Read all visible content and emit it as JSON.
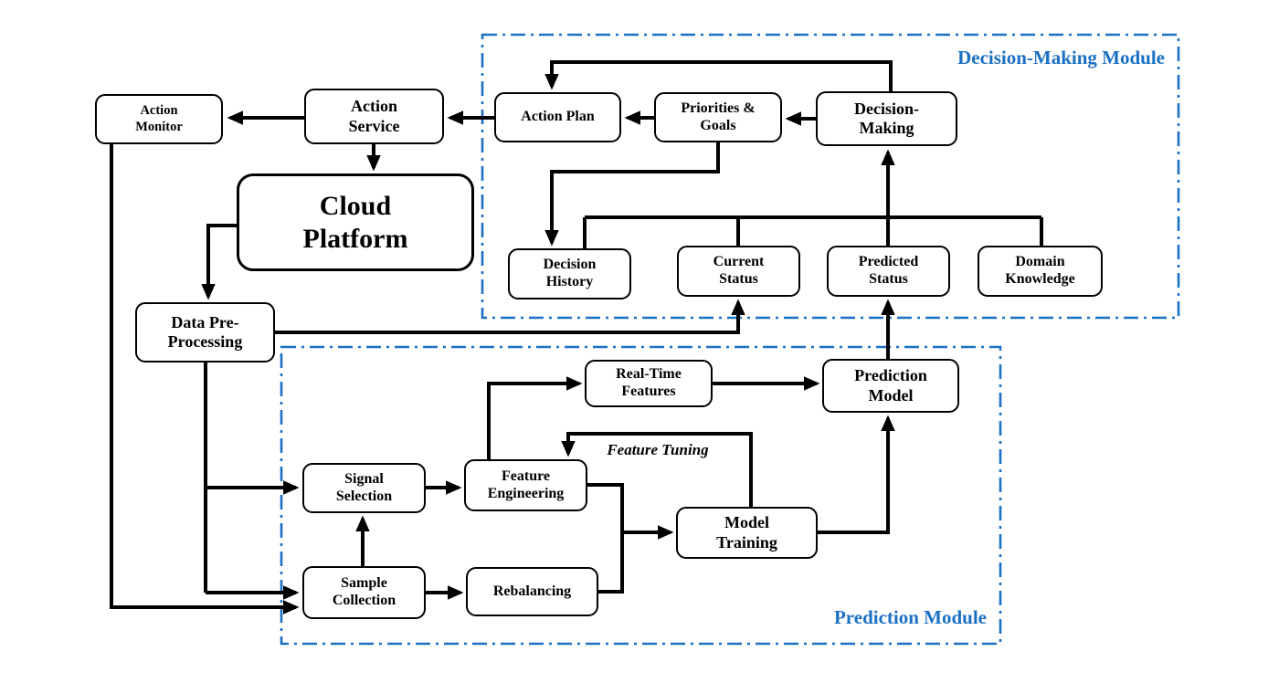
{
  "diagram": {
    "modules": {
      "decision_making": {
        "label": "Decision-Making Module"
      },
      "prediction": {
        "label": "Prediction Module"
      }
    },
    "nodes": {
      "action_monitor": "Action\nMonitor",
      "action_service": "Action\nService",
      "action_plan": "Action Plan",
      "priorities_goals": "Priorities &\nGoals",
      "decision_making": "Decision-\nMaking",
      "cloud_platform": "Cloud\nPlatform",
      "decision_history": "Decision\nHistory",
      "current_status": "Current\nStatus",
      "predicted_status": "Predicted\nStatus",
      "domain_knowledge": "Domain\nKnowledge",
      "data_preprocessing": "Data Pre-\nProcessing",
      "real_time_features": "Real-Time\nFeatures",
      "prediction_model": "Prediction\nModel",
      "signal_selection": "Signal\nSelection",
      "feature_engineering": "Feature\nEngineering",
      "model_training": "Model\nTraining",
      "sample_collection": "Sample\nCollection",
      "rebalancing": "Rebalancing"
    },
    "annotations": {
      "feature_tuning": "Feature Tuning"
    },
    "edges": [
      {
        "from": "action_service",
        "to": "action_monitor"
      },
      {
        "from": "action_plan",
        "to": "action_service"
      },
      {
        "from": "priorities_goals",
        "to": "action_plan"
      },
      {
        "from": "decision_making",
        "to": "priorities_goals"
      },
      {
        "from": "decision_making",
        "to": "action_plan"
      },
      {
        "from": "action_service",
        "to": "cloud_platform"
      },
      {
        "from": "cloud_platform",
        "to": "data_preprocessing"
      },
      {
        "from": "priorities_goals",
        "to": "decision_history"
      },
      {
        "from": "decision_history",
        "to": "decision_making"
      },
      {
        "from": "current_status",
        "to": "decision_making"
      },
      {
        "from": "predicted_status",
        "to": "decision_making"
      },
      {
        "from": "domain_knowledge",
        "to": "decision_making"
      },
      {
        "from": "data_preprocessing",
        "to": "current_status"
      },
      {
        "from": "prediction_model",
        "to": "predicted_status"
      },
      {
        "from": "data_preprocessing",
        "to": "signal_selection"
      },
      {
        "from": "data_preprocessing",
        "to": "sample_collection"
      },
      {
        "from": "action_monitor",
        "to": "sample_collection"
      },
      {
        "from": "sample_collection",
        "to": "signal_selection"
      },
      {
        "from": "sample_collection",
        "to": "rebalancing"
      },
      {
        "from": "signal_selection",
        "to": "feature_engineering"
      },
      {
        "from": "feature_engineering",
        "to": "real_time_features"
      },
      {
        "from": "real_time_features",
        "to": "prediction_model"
      },
      {
        "from": "feature_engineering",
        "to": "model_training"
      },
      {
        "from": "rebalancing",
        "to": "model_training"
      },
      {
        "from": "model_training",
        "to": "prediction_model"
      },
      {
        "from": "model_training",
        "to": "feature_engineering",
        "label": "Feature Tuning"
      }
    ],
    "colors": {
      "module_border": "#1B70C4",
      "module_label": "#1B70C4",
      "node_border": "#000000",
      "arrow": "#000000",
      "background": "#FFFFFF"
    }
  }
}
